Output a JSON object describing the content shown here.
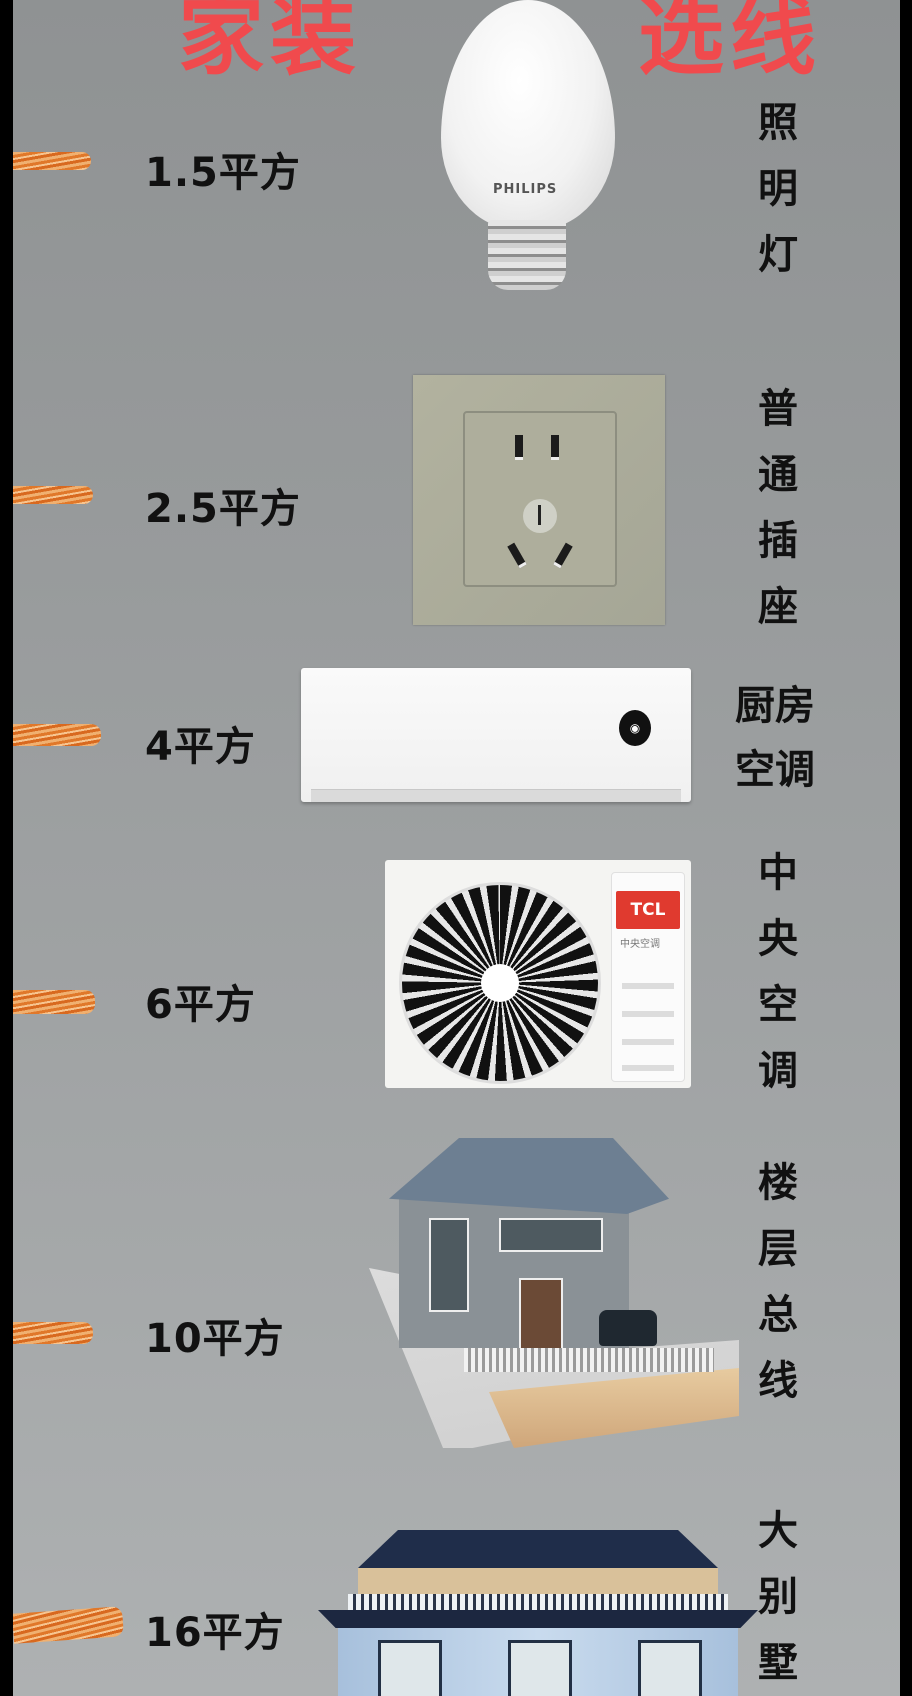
{
  "title": {
    "left": "家装",
    "right": "选线",
    "color": "#f04a4d"
  },
  "rows": [
    {
      "gauge": "1.5平方",
      "use": "照明灯",
      "image": "light-bulb",
      "brand": "PHILIPS"
    },
    {
      "gauge": "2.5平方",
      "use": "普通插座",
      "image": "wall-socket"
    },
    {
      "gauge": "4平方",
      "use_line1": "厨房",
      "use_line2": "空调",
      "image": "split-air-conditioner"
    },
    {
      "gauge": "6平方",
      "use": "中央空调",
      "image": "ac-outdoor-unit",
      "brand": "TCL",
      "brand_sub": "中央空调"
    },
    {
      "gauge": "10平方",
      "use": "楼层总线",
      "image": "two-storey-house"
    },
    {
      "gauge": "16平方",
      "use": "大别墅",
      "image": "large-villa"
    }
  ],
  "colors": {
    "background": "#9a9d9e",
    "copper": "#e0782a",
    "text": "#111111"
  }
}
